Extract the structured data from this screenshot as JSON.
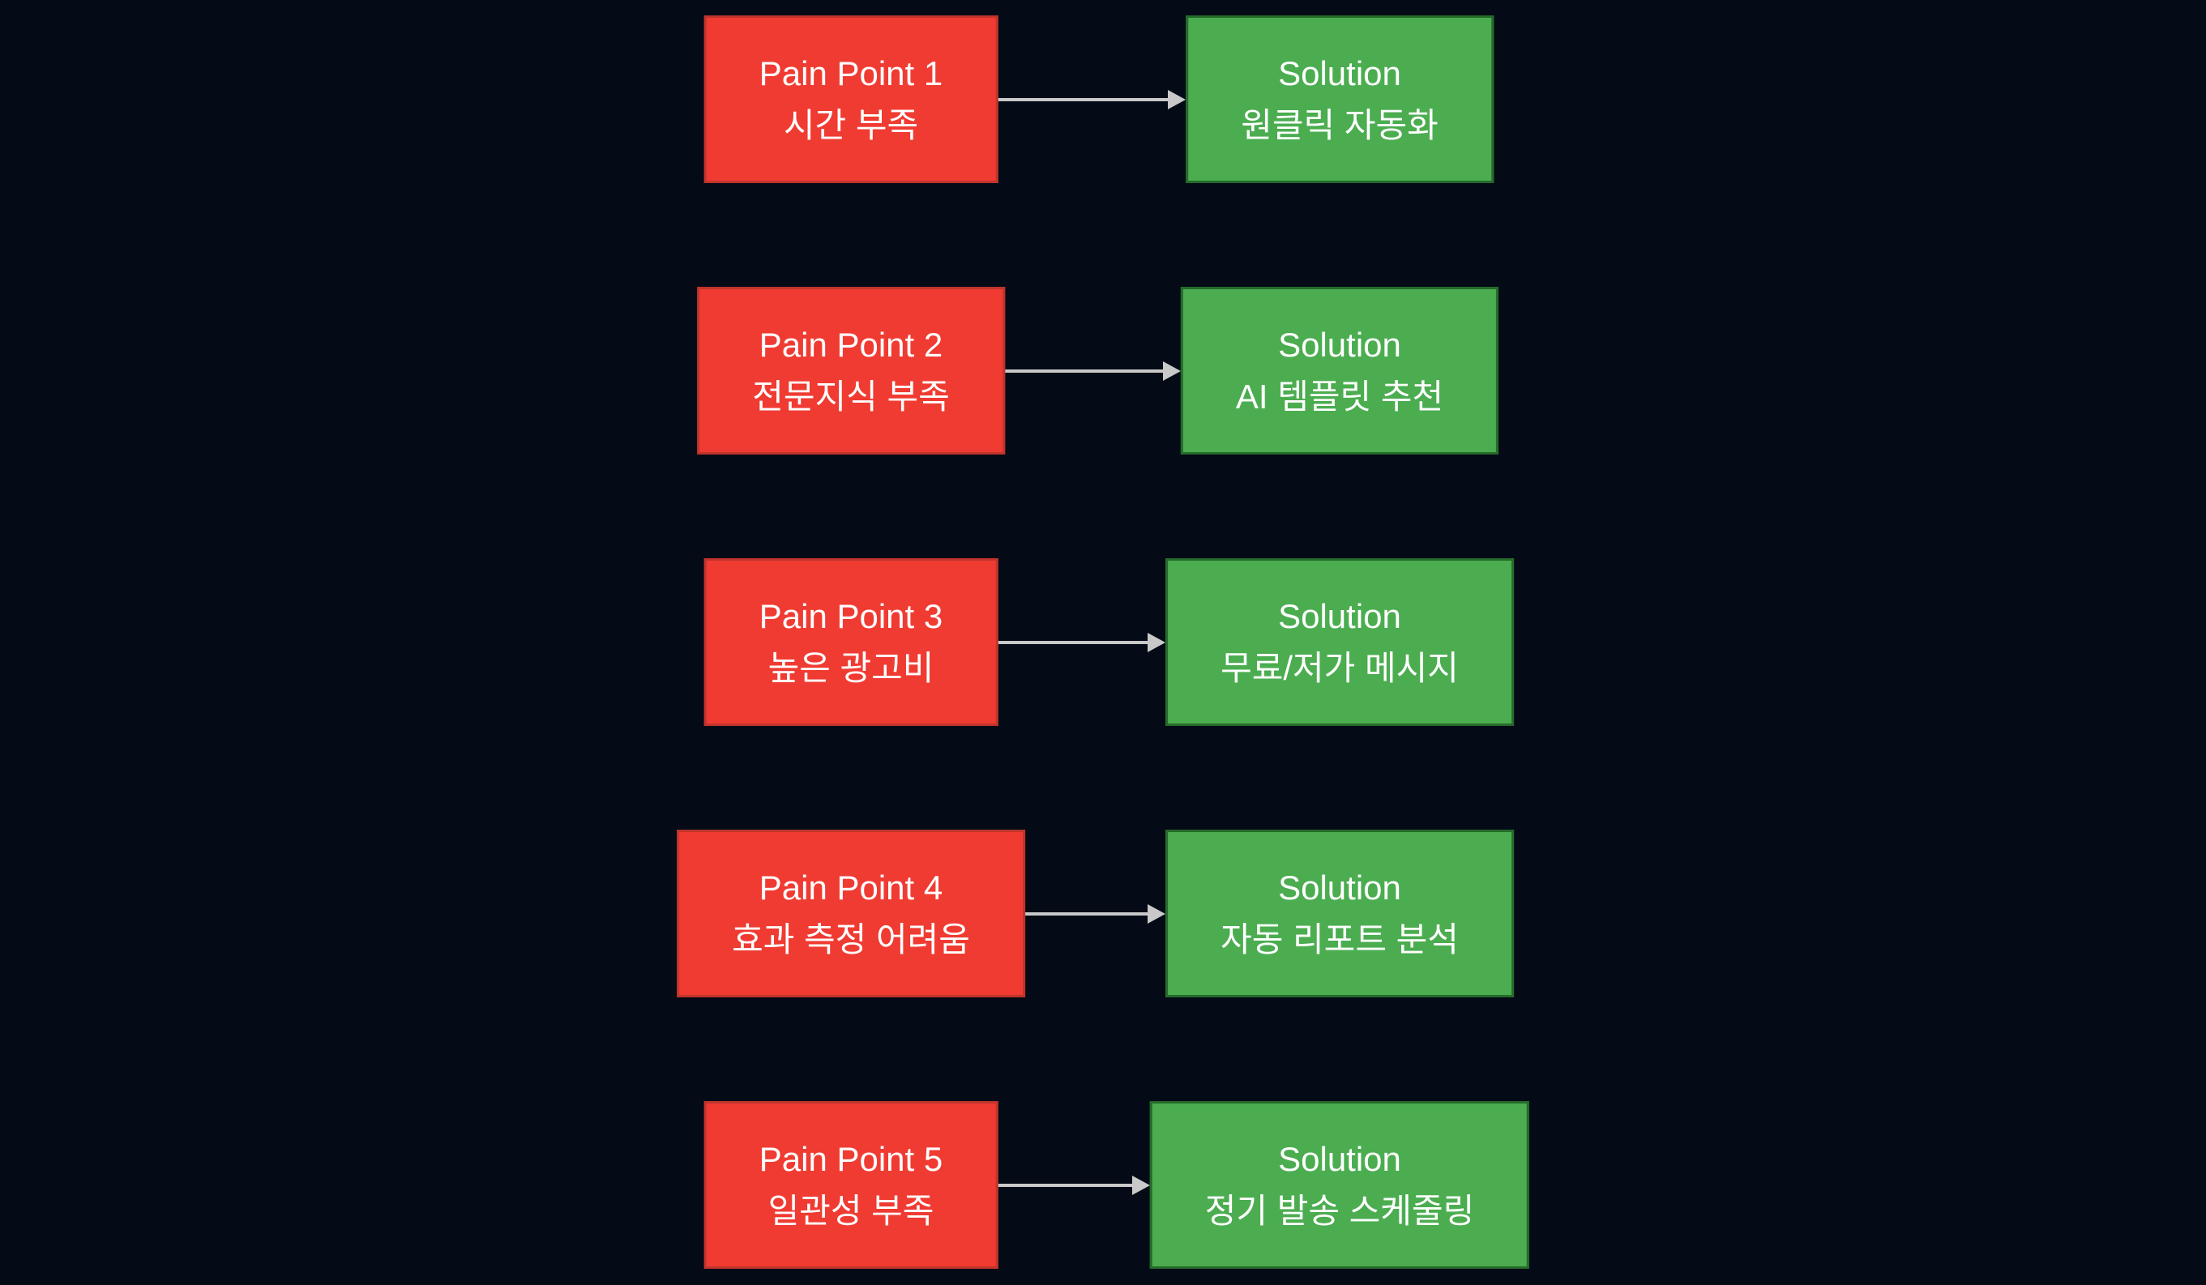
{
  "colors": {
    "page_bg": "#040a16",
    "pain_fill": "#f03b32",
    "pain_border": "#c0342c",
    "solution_fill": "#4bad50",
    "solution_border": "#256b2a",
    "arrow": "#c9c9c9"
  },
  "diagram": {
    "rows": [
      {
        "pain": {
          "title": "Pain Point 1",
          "subtitle": "시간 부족"
        },
        "solution": {
          "title": "Solution",
          "subtitle": "원클릭 자동화"
        }
      },
      {
        "pain": {
          "title": "Pain Point 2",
          "subtitle": "전문지식 부족"
        },
        "solution": {
          "title": "Solution",
          "subtitle": "AI 템플릿 추천"
        }
      },
      {
        "pain": {
          "title": "Pain Point 3",
          "subtitle": "높은 광고비"
        },
        "solution": {
          "title": "Solution",
          "subtitle": "무료/저가 메시지"
        }
      },
      {
        "pain": {
          "title": "Pain Point 4",
          "subtitle": "효과 측정 어려움"
        },
        "solution": {
          "title": "Solution",
          "subtitle": "자동 리포트 분석"
        }
      },
      {
        "pain": {
          "title": "Pain Point 5",
          "subtitle": "일관성 부족"
        },
        "solution": {
          "title": "Solution",
          "subtitle": "정기 발송 스케줄링"
        }
      }
    ]
  }
}
